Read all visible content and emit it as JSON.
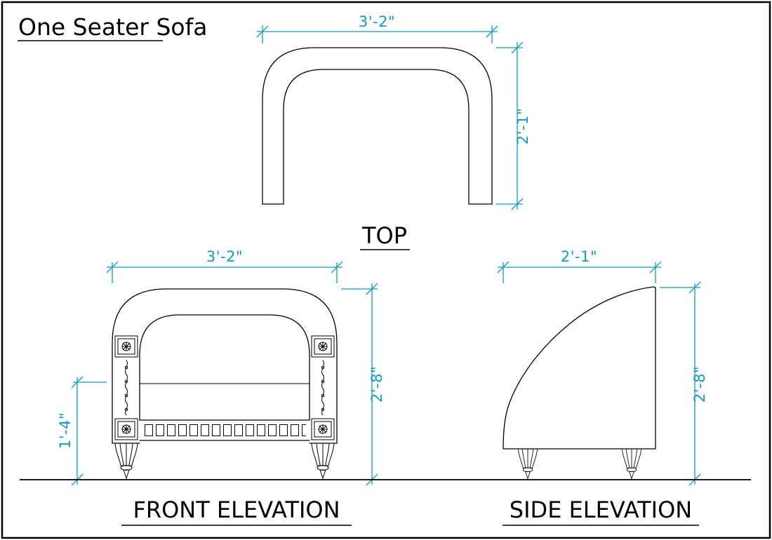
{
  "title": "One Seater Sofa",
  "views": {
    "top": {
      "label": "TOP",
      "dim_width": "3'-2\"",
      "dim_depth": "2'-1\""
    },
    "front": {
      "label": "FRONT ELEVATION",
      "dim_width": "3'-2\"",
      "dim_height": "2'-8\"",
      "dim_seat_height": "1'-4\""
    },
    "side": {
      "label": "SIDE ELEVATION",
      "dim_depth": "2'-1\"",
      "dim_height": "2'-8\""
    }
  },
  "colors": {
    "dimension_color": "#0f9cc5",
    "line_color": "#000000",
    "background": "#ffffff"
  }
}
